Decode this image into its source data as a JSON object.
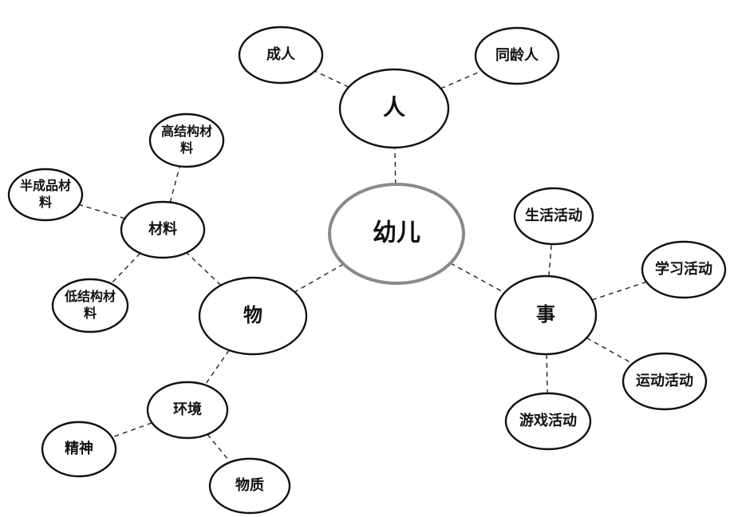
{
  "nodes": [
    {
      "id": "center",
      "lines": [
        "幼儿"
      ]
    },
    {
      "id": "person",
      "lines": [
        "人"
      ]
    },
    {
      "id": "adult",
      "lines": [
        "成人"
      ]
    },
    {
      "id": "peer",
      "lines": [
        "同龄人"
      ]
    },
    {
      "id": "event",
      "lines": [
        "事"
      ]
    },
    {
      "id": "life-activity",
      "lines": [
        "生活活动"
      ]
    },
    {
      "id": "study-activity",
      "lines": [
        "学习活动"
      ]
    },
    {
      "id": "sport-activity",
      "lines": [
        "运动活动"
      ]
    },
    {
      "id": "game-activity",
      "lines": [
        "游戏活动"
      ]
    },
    {
      "id": "thing",
      "lines": [
        "物"
      ]
    },
    {
      "id": "materials",
      "lines": [
        "材料"
      ]
    },
    {
      "id": "high-structure",
      "lines": [
        "高结构材",
        "料"
      ]
    },
    {
      "id": "semi-finished",
      "lines": [
        "半成品材",
        "料"
      ]
    },
    {
      "id": "low-structure",
      "lines": [
        "低结构材",
        "料"
      ]
    },
    {
      "id": "environment",
      "lines": [
        "环境"
      ]
    },
    {
      "id": "spirit",
      "lines": [
        "精神"
      ]
    },
    {
      "id": "material-env",
      "lines": [
        "物质"
      ]
    }
  ],
  "edges": [
    [
      "center",
      "person"
    ],
    [
      "person",
      "adult"
    ],
    [
      "person",
      "peer"
    ],
    [
      "center",
      "event"
    ],
    [
      "event",
      "life-activity"
    ],
    [
      "event",
      "study-activity"
    ],
    [
      "event",
      "sport-activity"
    ],
    [
      "event",
      "game-activity"
    ],
    [
      "center",
      "thing"
    ],
    [
      "thing",
      "materials"
    ],
    [
      "materials",
      "high-structure"
    ],
    [
      "materials",
      "semi-finished"
    ],
    [
      "materials",
      "low-structure"
    ],
    [
      "thing",
      "environment"
    ],
    [
      "environment",
      "spirit"
    ],
    [
      "environment",
      "material-env"
    ]
  ]
}
